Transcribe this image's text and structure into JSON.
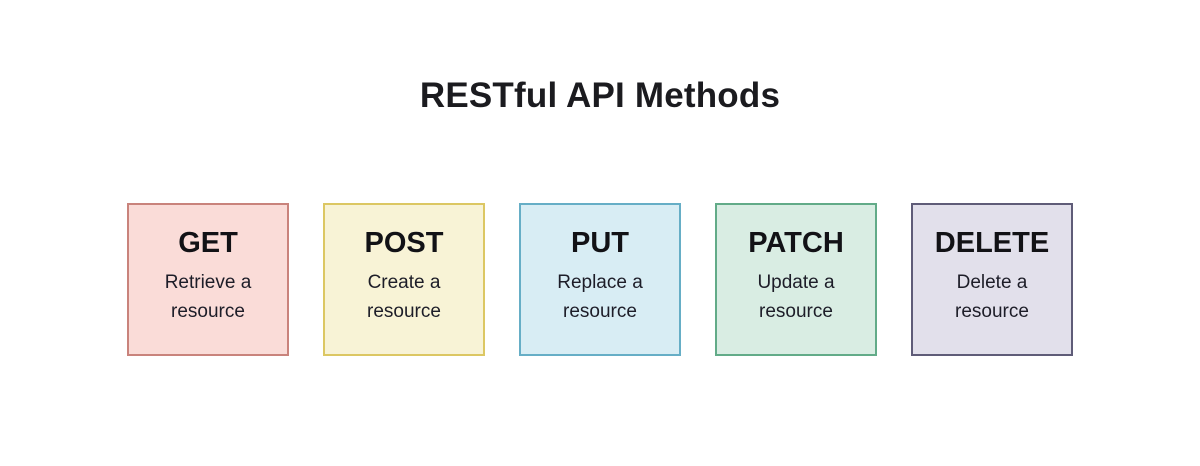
{
  "title": "RESTful API Methods",
  "cards": [
    {
      "method": "GET",
      "description": "Retrieve a resource",
      "fill": "#fadcd8",
      "border": "#c9837c"
    },
    {
      "method": "POST",
      "description": "Create a resource",
      "fill": "#f8f3d6",
      "border": "#dcc763"
    },
    {
      "method": "PUT",
      "description": "Replace a resource",
      "fill": "#d8edf4",
      "border": "#66aec6"
    },
    {
      "method": "PATCH",
      "description": "Update a resource",
      "fill": "#d9ede3",
      "border": "#62ab88"
    },
    {
      "method": "DELETE",
      "description": "Delete a resource",
      "fill": "#e2e0eb",
      "border": "#5f5c78"
    }
  ]
}
